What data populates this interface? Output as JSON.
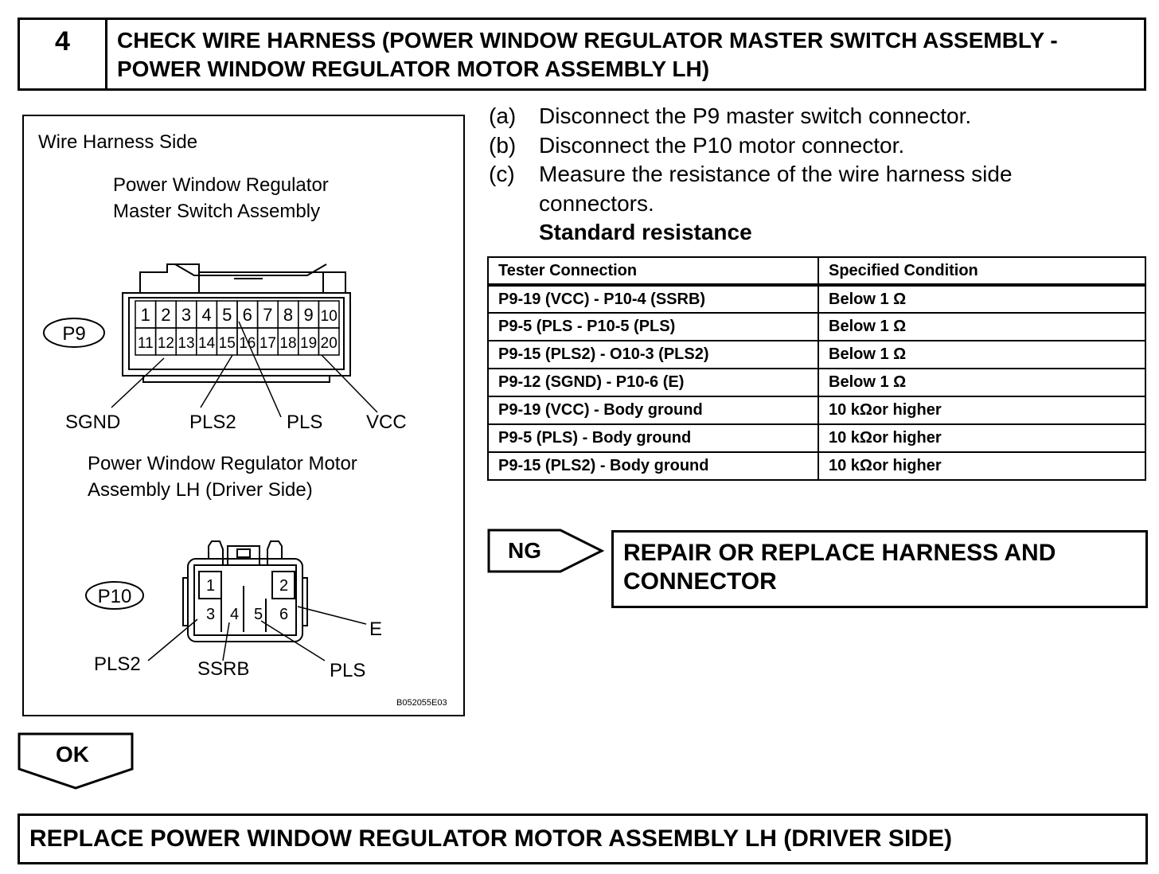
{
  "header": {
    "step_number": "4",
    "title_line1": "CHECK WIRE HARNESS (POWER WINDOW REGULATOR MASTER SWITCH ASSEMBLY -",
    "title_line2": "POWER WINDOW REGULATOR MOTOR ASSEMBLY LH)"
  },
  "diagram": {
    "heading": "Wire Harness Side",
    "p9_title_line1": "Power Window Regulator",
    "p9_title_line2": "Master Switch Assembly",
    "p9_label": "P9",
    "p9_pins_top": [
      "1",
      "2",
      "3",
      "4",
      "5",
      "6",
      "7",
      "8",
      "9",
      "10"
    ],
    "p9_pins_bottom": [
      "11",
      "12",
      "13",
      "14",
      "15",
      "16",
      "17",
      "18",
      "19",
      "20"
    ],
    "p9_callouts": [
      "SGND",
      "PLS2",
      "PLS",
      "VCC"
    ],
    "p10_title_line1": "Power  Window Regulator Motor",
    "p10_title_line2": "Assembly LH (Driver Side)",
    "p10_label": "P10",
    "p10_pins": [
      "1",
      "2",
      "3",
      "4",
      "5",
      "6"
    ],
    "p10_callouts": [
      "E",
      "PLS2",
      "SSRB",
      "PLS"
    ],
    "figure_code": "B052055E03"
  },
  "instructions": {
    "steps": [
      {
        "letter": "(a)",
        "text": "Disconnect the P9 master switch connector."
      },
      {
        "letter": "(b)",
        "text": "Disconnect the P10 motor connector."
      },
      {
        "letter": "(c)",
        "text": "Measure the resistance of the wire harness side",
        "text2": "connectors."
      }
    ],
    "standard_heading": "Standard resistance"
  },
  "table": {
    "headers": [
      "Tester Connection",
      "Specified Condition"
    ],
    "rows": [
      [
        "P9-19 (VCC) - P10-4 (SSRB)",
        "Below 1 Ω"
      ],
      [
        "P9-5 (PLS - P10-5 (PLS)",
        "Below 1 Ω"
      ],
      [
        "P9-15 (PLS2) - O10-3 (PLS2)",
        "Below 1 Ω"
      ],
      [
        "P9-12 (SGND) - P10-6 (E)",
        "Below 1 Ω"
      ],
      [
        "P9-19 (VCC) - Body ground",
        "10 kΩor higher"
      ],
      [
        "P9-5 (PLS) - Body ground",
        "10 kΩor higher"
      ],
      [
        "P9-15 (PLS2) - Body ground",
        "10 kΩor higher"
      ]
    ]
  },
  "ng": {
    "label": "NG",
    "action_line1": "REPAIR OR REPLACE HARNESS AND",
    "action_line2": "CONNECTOR"
  },
  "ok": {
    "label": "OK",
    "action": "REPLACE POWER WINDOW REGULATOR MOTOR ASSEMBLY LH (DRIVER SIDE)"
  }
}
